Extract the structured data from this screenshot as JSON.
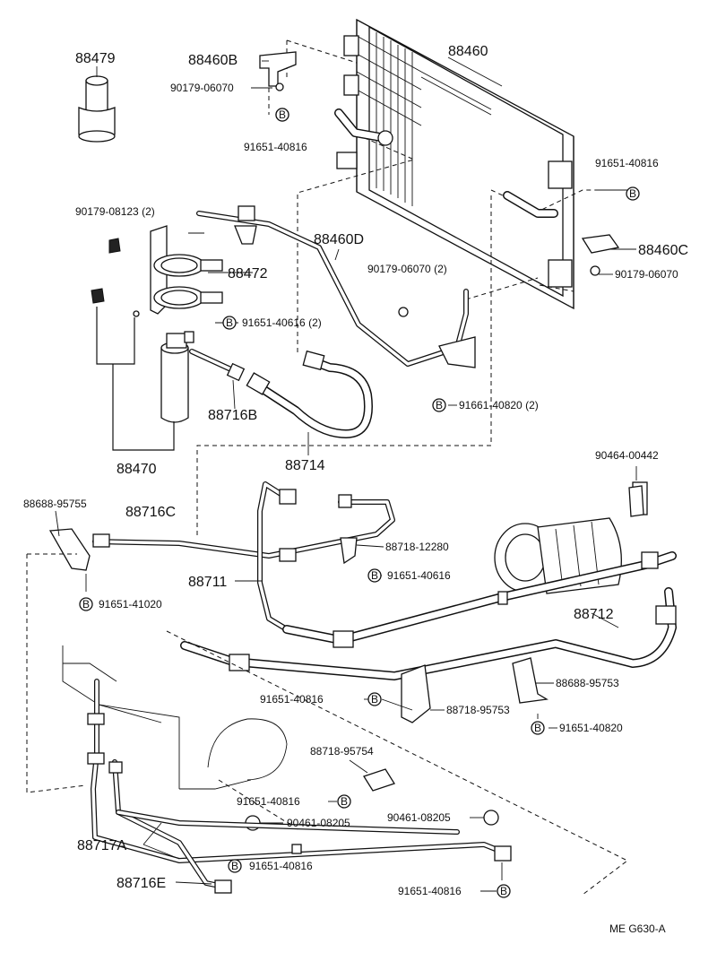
{
  "labels": {
    "p88479": "88479",
    "p88460B": "88460B",
    "p88460": "88460",
    "c90179_06070a": "90179-06070",
    "c91651_40816a": "91651-40816",
    "c91651_40816b": "91651-40816",
    "c90179_08123": "90179-08123 (2)",
    "p88460C": "88460C",
    "p88460D": "88460D",
    "c90179_06070b": "90179-06070",
    "c90179_06070_2": "90179-06070 (2)",
    "p88472": "88472",
    "c91651_40616_2": "91651-40616 (2)",
    "c91661_40820_2": "91661-40820 (2)",
    "p88716B": "88716B",
    "p88714": "88714",
    "p88470": "88470",
    "c90464_00442": "90464-00442",
    "c88688_95755": "88688-95755",
    "p88716C": "88716C",
    "c88718_12280": "88718-12280",
    "p88711": "88711",
    "c91651_40616": "91651-40616",
    "c91651_41020": "91651-41020",
    "p88712": "88712",
    "c91651_40816c": "91651-40816",
    "c88718_95753": "88718-95753",
    "c88688_95753": "88688-95753",
    "c91651_40820": "91651-40820",
    "c88718_95754": "88718-95754",
    "c91651_40816d": "91651-40816",
    "c90461_08205a": "90461-08205",
    "c90461_08205b": "90461-08205",
    "p88717A": "88717A",
    "c91651_40816e": "91651-40816",
    "p88716E": "88716E",
    "c91651_40816f": "91651-40816",
    "footer": "ME  G630-A"
  },
  "bolt_marker": "B"
}
